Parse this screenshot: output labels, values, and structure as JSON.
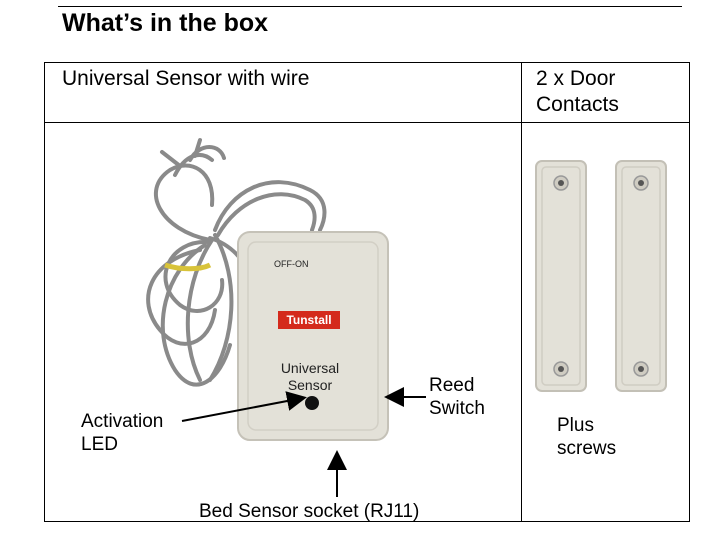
{
  "heading": "What’s in the box",
  "table": {
    "col1_title": "Universal Sensor with wire",
    "col2_title_line1": "2 x Door",
    "col2_title_line2": "Contacts"
  },
  "device": {
    "switch_text": "OFF-ON",
    "brand": "Tunstall",
    "name_line1": "Universal",
    "name_line2": "Sensor"
  },
  "callouts": {
    "reed_line1": "Reed",
    "reed_line2": "Switch",
    "led_line1": "Activation",
    "led_line2": "LED",
    "socket": "Bed Sensor socket (RJ11)",
    "plus_line1": "Plus",
    "plus_line2": "screws"
  },
  "colors": {
    "brand_red": "#d42a1c",
    "casing": "#e3e1d8",
    "cable": "#8a8a8a"
  }
}
